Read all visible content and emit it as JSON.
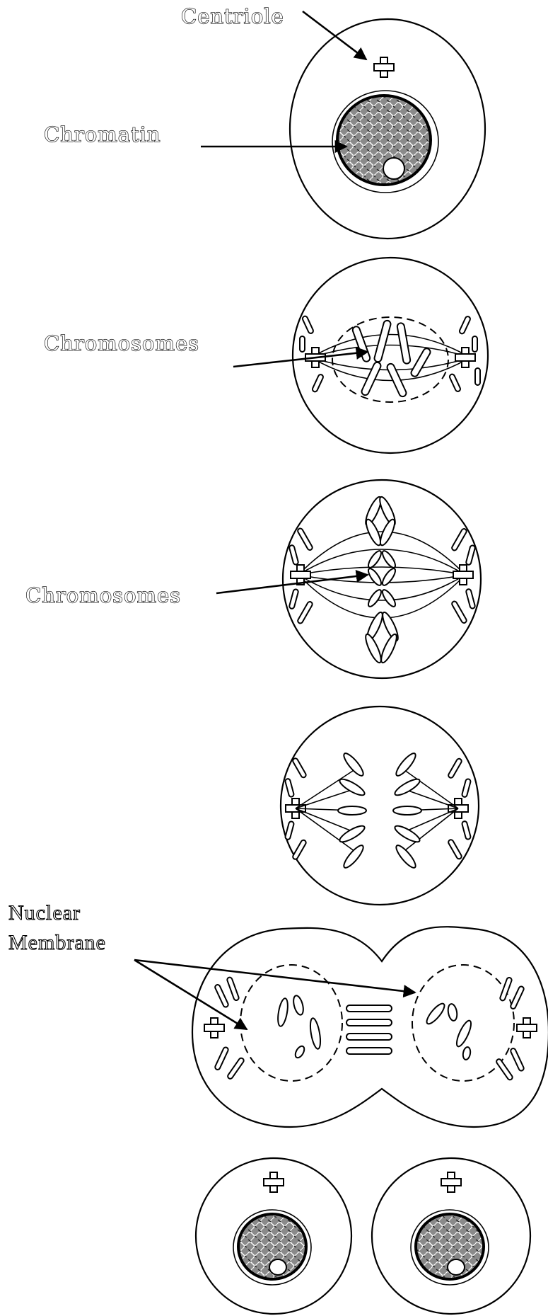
{
  "labels": {
    "centriole": "Centriole",
    "chromatin": "Chromatin",
    "chromosomes_prophase": "Chromosomes",
    "chromosomes_metaphase": "Chromosomes",
    "nuclear_line1": "Nuclear",
    "nuclear_line2": "Membrane"
  }
}
